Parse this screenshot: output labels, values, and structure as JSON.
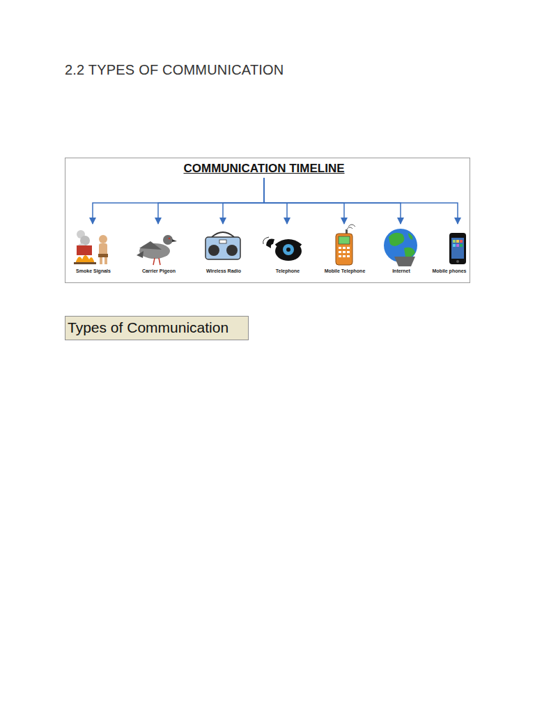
{
  "diagram": {
    "title": "2.2 TYPES OF COMMUNICATION",
    "nodes": [
      {
        "text": [
          "COMMUNICATION TIMELINE"
        ]
      },
      {
        "text": [
          "Smoke Signals"
        ],
        "in": 0
      },
      {
        "text": [
          "Carrier Pigeon"
        ],
        "in": 0
      },
      {
        "text": [
          "Wireless Radio"
        ],
        "in": 0
      },
      {
        "text": [
          "Telephone"
        ],
        "in": 0
      },
      {
        "text": [
          "Mobile Telephone"
        ],
        "in": 0
      },
      {
        "text": [
          "Internet"
        ],
        "in": 0
      },
      {
        "text": [
          "Mobile phones"
        ],
        "in": 0
      },
      {
        "text": [
          "Types of Communication"
        ]
      }
    ],
    "edges": [
      {
        "from": 0,
        "to": 1,
        "arrow": "to"
      },
      {
        "from": 0,
        "to": 2,
        "arrow": "to"
      },
      {
        "from": 0,
        "to": 3,
        "arrow": "to"
      },
      {
        "from": 0,
        "to": 4,
        "arrow": "to"
      },
      {
        "from": 0,
        "to": 5,
        "arrow": "to"
      },
      {
        "from": 0,
        "to": 6,
        "arrow": "to"
      },
      {
        "from": 0,
        "to": 7,
        "arrow": "to"
      }
    ]
  }
}
